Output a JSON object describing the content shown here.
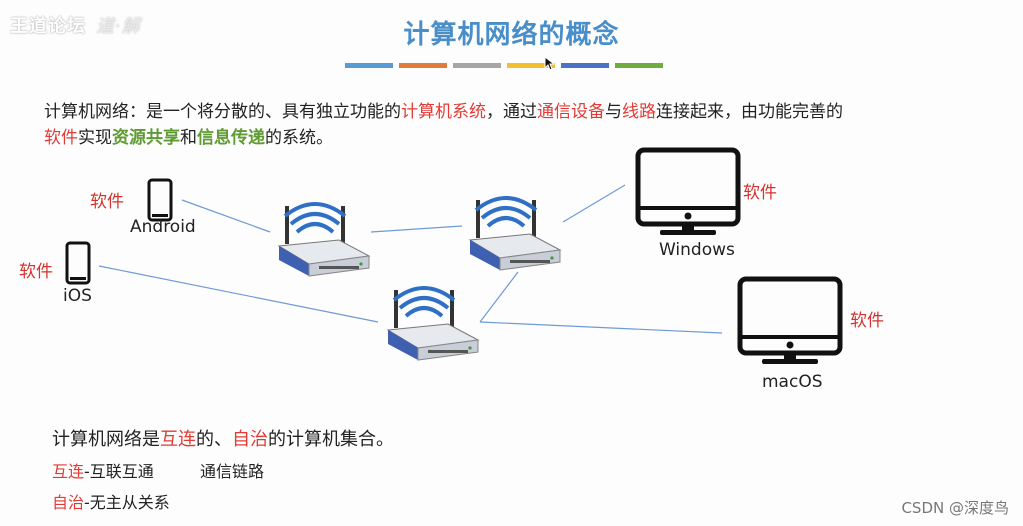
{
  "watermark": {
    "text": "王道论坛",
    "brush": "道·解"
  },
  "title": "计算机网络的概念",
  "color_bar": [
    "#5a9bd4",
    "#e07b3c",
    "#a6a6a6",
    "#f0c02e",
    "#4a72c4",
    "#6fae3e"
  ],
  "definition": {
    "p1": "计算机网络：是一个将分散的、具有独立功能的",
    "p2": "计算机系统",
    "p3": "，通过",
    "p4": "通信设备",
    "p5": "与",
    "p6": "线路",
    "p7": "连接起来，由功能完善的",
    "p8": "软件",
    "p9": "实现",
    "p10": "资源共享",
    "p11": "和",
    "p12": "信息传递",
    "p13": "的系统。"
  },
  "devices": {
    "android": "Android",
    "ios": "iOS",
    "windows": "Windows",
    "macos": "macOS",
    "software": "软件"
  },
  "summary": {
    "s1": "计算机网络是",
    "s2": "互连",
    "s3": "的、",
    "s4": "自治",
    "s5": "的计算机集合。"
  },
  "terms": {
    "t1_red": "互连",
    "t1_rest": "-互联互通",
    "t1_extra": "通信链路",
    "t2_red": "自治",
    "t2_rest": "-无主从关系"
  },
  "footer": "CSDN @深度鸟"
}
